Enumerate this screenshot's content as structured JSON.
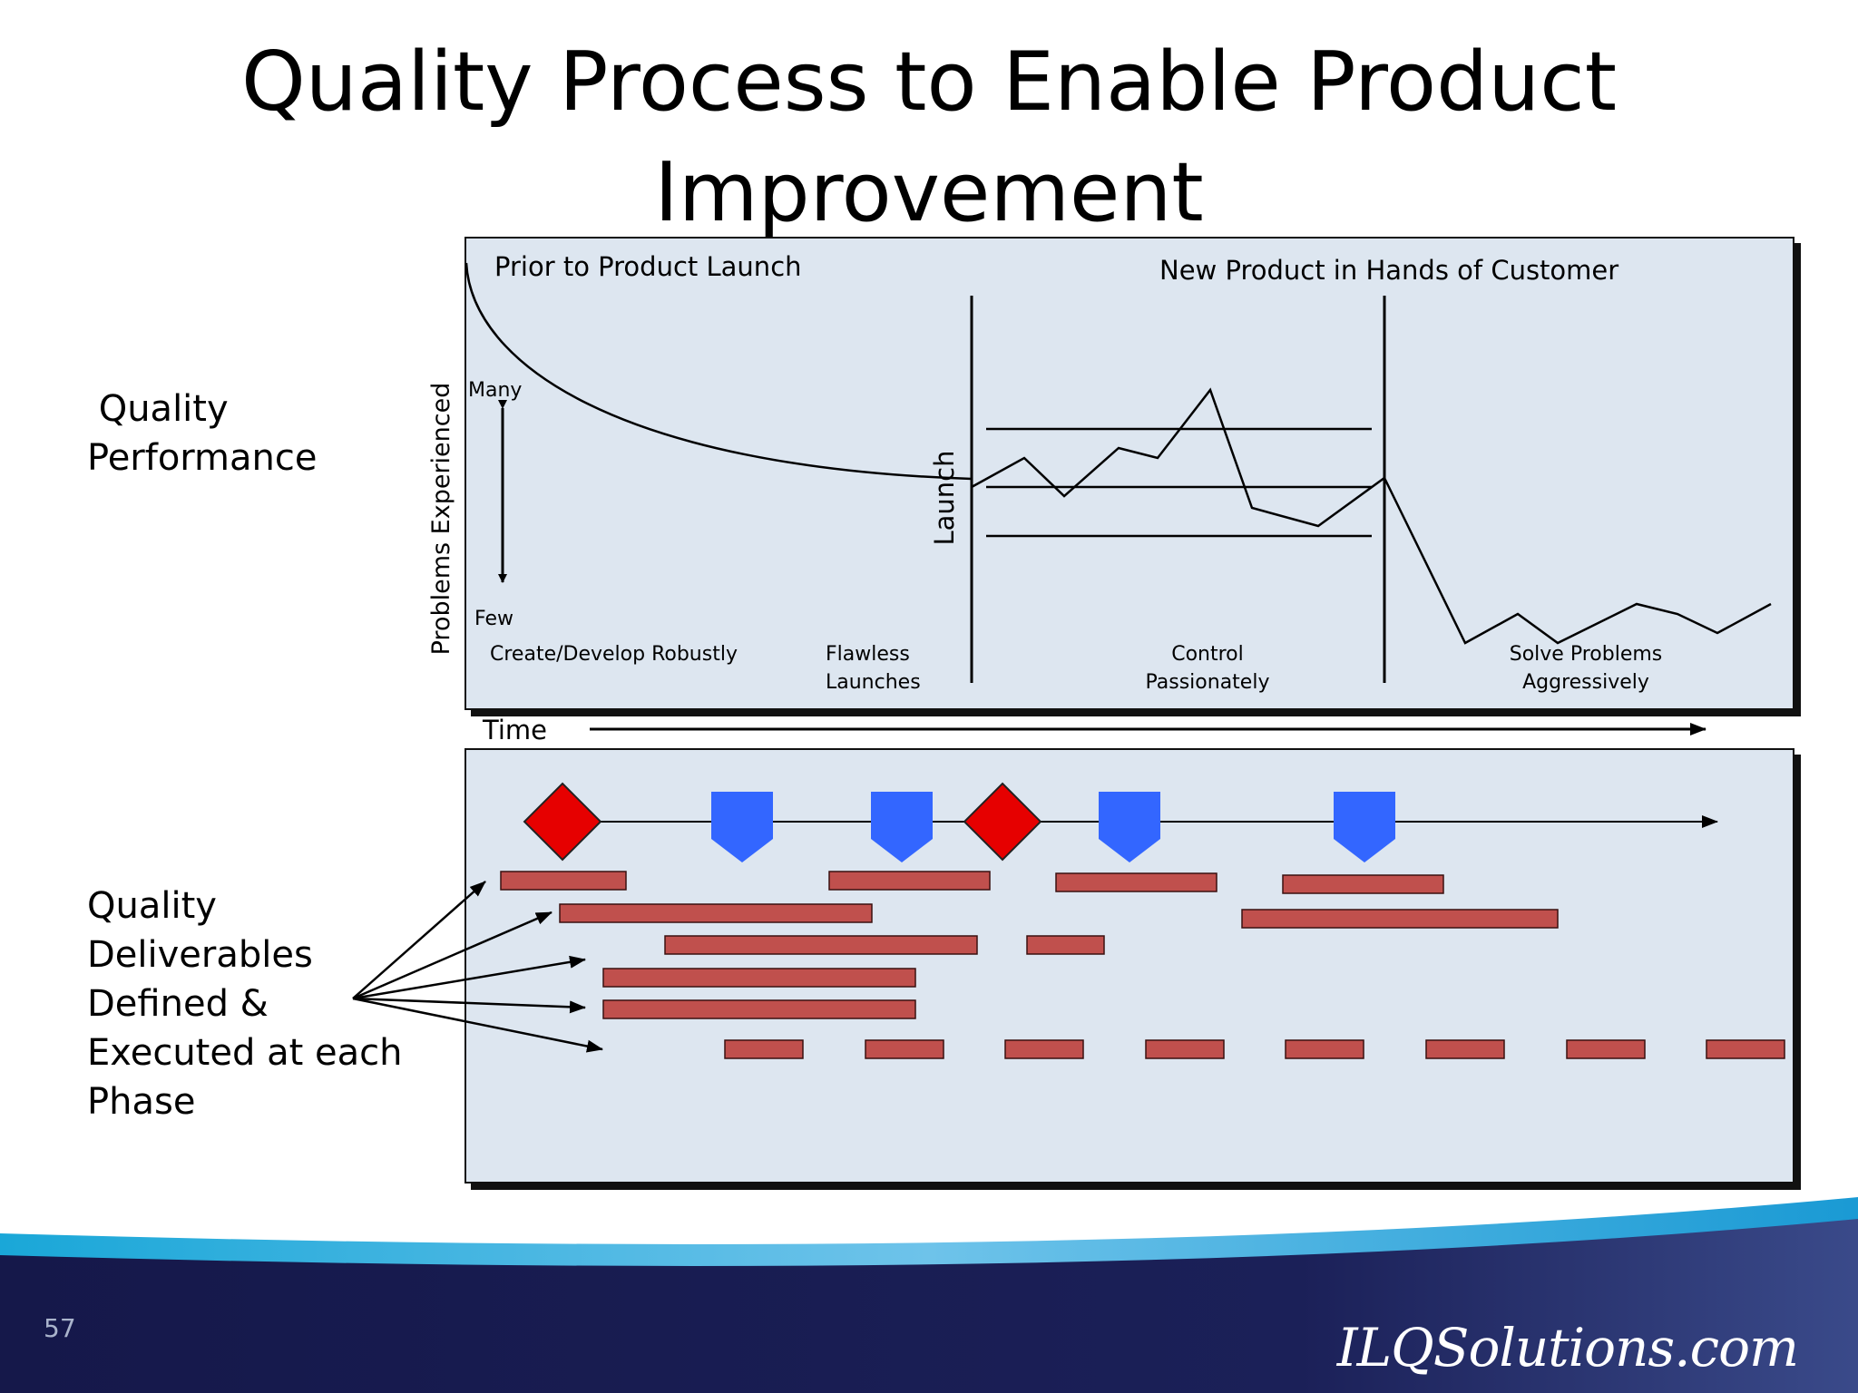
{
  "title": {
    "line1": "Quality Process to Enable Product",
    "line2": "Improvement"
  },
  "left_labels": {
    "quality_performance": [
      " Quality",
      "Performance"
    ],
    "quality_deliverables": [
      "Quality",
      "Deliverables",
      "Defined &",
      "Executed at each",
      "Phase"
    ]
  },
  "top_panel": {
    "prior_label": "Prior to Product Launch",
    "new_product_label": "New Product in Hands of Customer",
    "y_axis_label": "Problems Experienced",
    "many_label": "Many",
    "few_label": "Few",
    "launch_label": "Launch",
    "phases": [
      {
        "line1": "Create/Develop Robustly",
        "line2": ""
      },
      {
        "line1": "Flawless",
        "line2": "Launches"
      },
      {
        "line1": "Control",
        "line2": "Passionately"
      },
      {
        "line1": "Solve Problems",
        "line2": "Aggressively"
      }
    ]
  },
  "time_label": "Time",
  "timeline": {
    "milestones": [
      "diamond",
      "pentagon",
      "pentagon",
      "diamond",
      "pentagon",
      "pentagon"
    ],
    "colors": {
      "diamond": "#e60000",
      "pentagon": "#3366ff",
      "bar": "#c0504d",
      "panel": "#dde6f0"
    }
  },
  "footer": {
    "page_number": "57",
    "logo": "ILQSolutions.com"
  }
}
